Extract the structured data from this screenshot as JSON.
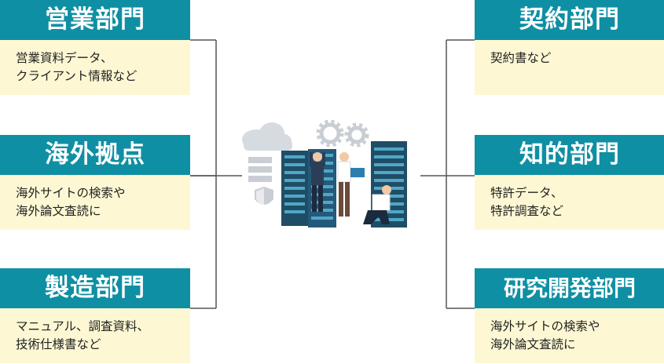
{
  "left_departments": [
    {
      "title": "営業部門",
      "lines": [
        "営業資料データ、",
        "クライアント情報など"
      ]
    },
    {
      "title": "海外拠点",
      "lines": [
        "海外サイトの検索や",
        "海外論文査読に"
      ]
    },
    {
      "title": "製造部門",
      "lines": [
        "マニュアル、調査資料、",
        "技術仕様書など"
      ]
    }
  ],
  "right_departments": [
    {
      "title": "契約部門",
      "lines": [
        "契約書など"
      ]
    },
    {
      "title": "知的部門",
      "lines": [
        "特許データ、",
        "特許調査など"
      ]
    },
    {
      "title": "研究開発部門",
      "lines": [
        "海外サイトの検索や",
        "海外論文査読に"
      ]
    }
  ],
  "colors": {
    "header": "#0f8fa3",
    "body": "#fdf8d3",
    "connector": "#555555",
    "rack": "#1f4d66",
    "rack_screen": "#4fa8c7"
  },
  "illustration": {
    "icons": [
      "cloud-icon",
      "gear-icon",
      "shield-icon",
      "server-rack-icon",
      "technician-icon"
    ]
  }
}
